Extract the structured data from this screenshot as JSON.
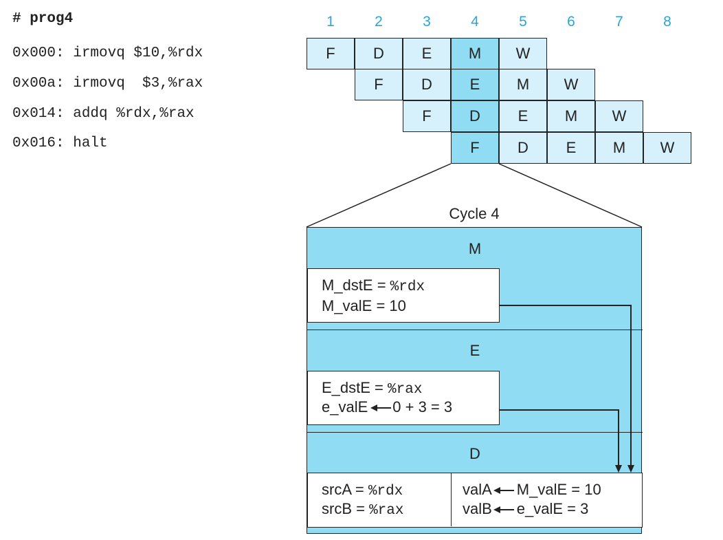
{
  "program": {
    "title": "# prog4",
    "lines": [
      "0x000: irmovq $10,%rdx",
      "0x00a: irmovq  $3,%rax",
      "0x014: addq %rdx,%rax",
      "0x016: halt"
    ]
  },
  "cycles": [
    "1",
    "2",
    "3",
    "4",
    "5",
    "6",
    "7",
    "8"
  ],
  "pipeline_rows": [
    [
      "F",
      "D",
      "E",
      "M",
      "W"
    ],
    [
      "F",
      "D",
      "E",
      "M",
      "W"
    ],
    [
      "F",
      "D",
      "E",
      "M",
      "W"
    ],
    [
      "F",
      "D",
      "E",
      "M",
      "W"
    ]
  ],
  "highlight_cycle": "4",
  "zoom": {
    "title": "Cycle 4",
    "m_stage": {
      "label": "M",
      "dstE_label": "M_dstE = ",
      "dstE_value": "%rdx",
      "valE_text": "M_valE = 10"
    },
    "e_stage": {
      "label": "E",
      "dstE_label": "E_dstE = ",
      "dstE_value": "%rax",
      "valE_lhs": "e_valE",
      "valE_rhs": "0 + 3 = 3"
    },
    "d_stage": {
      "label": "D",
      "srcA_label": "srcA = ",
      "srcA_value": "%rdx",
      "srcB_label": "srcB = ",
      "srcB_value": "%rax",
      "valA_lhs": "valA",
      "valA_rhs": "M_valE = 10",
      "valB_lhs": "valB",
      "valB_rhs": "e_valE = 3"
    }
  },
  "colors": {
    "cycle_number": "#2aa5d8",
    "cell_light": "#d6f1fb",
    "cell_highlight": "#8fdcf3",
    "stage_background": "#8fdcf3"
  }
}
